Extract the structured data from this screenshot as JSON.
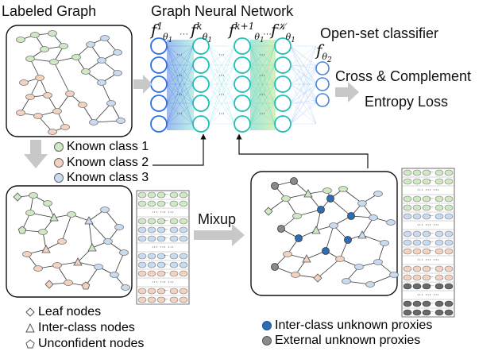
{
  "labels": {
    "labeled_graph": "Labeled Graph",
    "gnn": "Graph Neural Network",
    "open_set": "Open-set classifier",
    "loss_line1": "Cross & Complement",
    "loss_line2": "Entropy Loss",
    "mixup": "Mixup",
    "ellipsis": "···"
  },
  "known_classes": [
    {
      "label": "Known class 1",
      "color": "#cfe9c4"
    },
    {
      "label": "Known class 2",
      "color": "#f3d2c0"
    },
    {
      "label": "Known class 3",
      "color": "#c9dbf0"
    }
  ],
  "node_types": [
    {
      "label": "Leaf nodes",
      "icon": "diamond-icon"
    },
    {
      "label": "Inter-class nodes",
      "icon": "triangle-icon"
    },
    {
      "label": "Unconfident nodes",
      "icon": "pentagon-icon"
    }
  ],
  "proxies": [
    {
      "label": "Inter-class unknown proxies",
      "color": "#2e6db4"
    },
    {
      "label": "External unknown proxies",
      "color": "#8a8a8a"
    }
  ],
  "math": {
    "f": "f",
    "theta": "θ",
    "one": "1",
    "two": "2",
    "k": "k",
    "k_plus_1": "k+1",
    "K": "𝒦"
  },
  "colors": {
    "green": "#cfe9c4",
    "orange": "#f3d2c0",
    "blue": "#c9dbf0",
    "proxy_blue": "#2e6db4",
    "proxy_gray": "#8a8a8a",
    "neuron_blue": "#2f6fe0",
    "neuron_teal": "#21c0b6",
    "arrow_gray": "#c8c8c8"
  }
}
